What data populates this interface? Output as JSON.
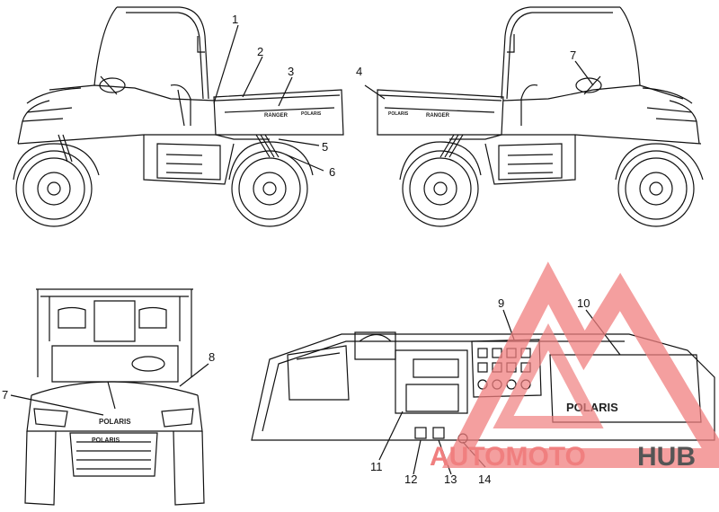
{
  "callouts": [
    "1",
    "2",
    "3",
    "4",
    "5",
    "6",
    "7",
    "8",
    "9",
    "10",
    "11",
    "12",
    "13",
    "14"
  ],
  "decals": {
    "brand": "POLARIS",
    "model": "RANGER"
  },
  "watermark": {
    "part1": "AUTOMOTO",
    "part2": "HUB"
  },
  "colors": {
    "line": "#111111",
    "watermark_red": "#f07f7f",
    "watermark_gray": "#555555"
  }
}
